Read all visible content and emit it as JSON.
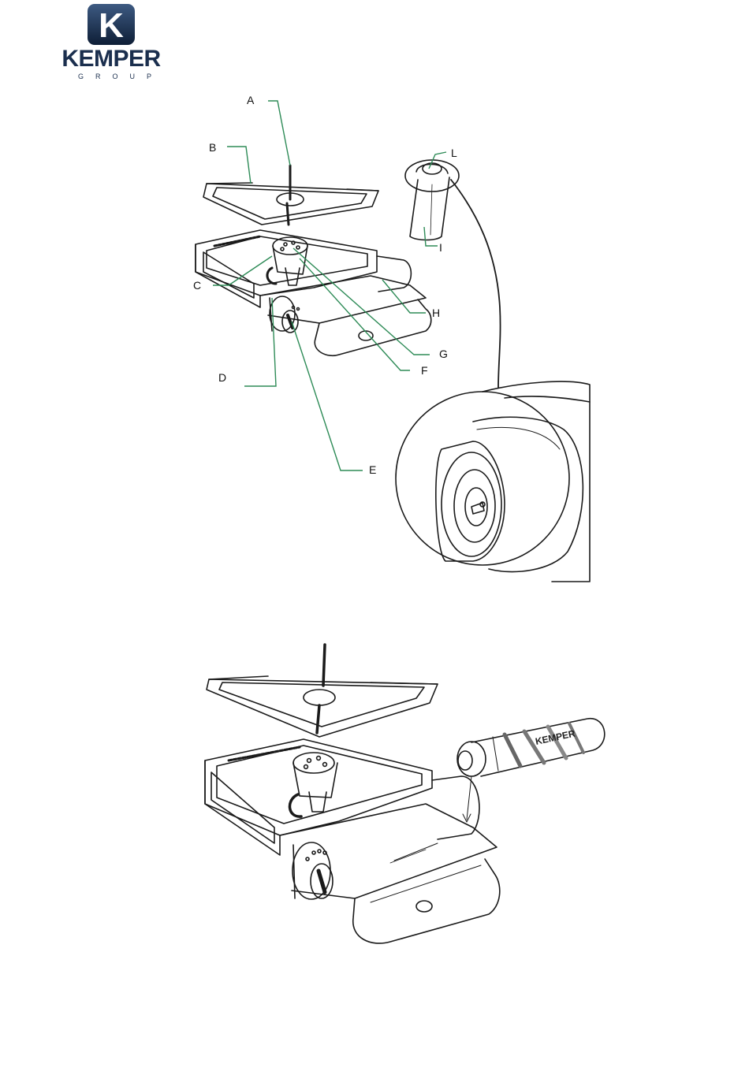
{
  "brand": {
    "logo_letter": "K",
    "name": "KEMPER",
    "subname": "GROUP",
    "color_primary": "#1b2f4e"
  },
  "diagram_top": {
    "labels": [
      "A",
      "B",
      "C",
      "D",
      "E",
      "F",
      "G",
      "H",
      "I",
      "L"
    ]
  },
  "diagram_bottom": {
    "canister_text": "KEMPER"
  },
  "colors": {
    "leader": "#2e8b57",
    "line": "#1a1a1a"
  }
}
